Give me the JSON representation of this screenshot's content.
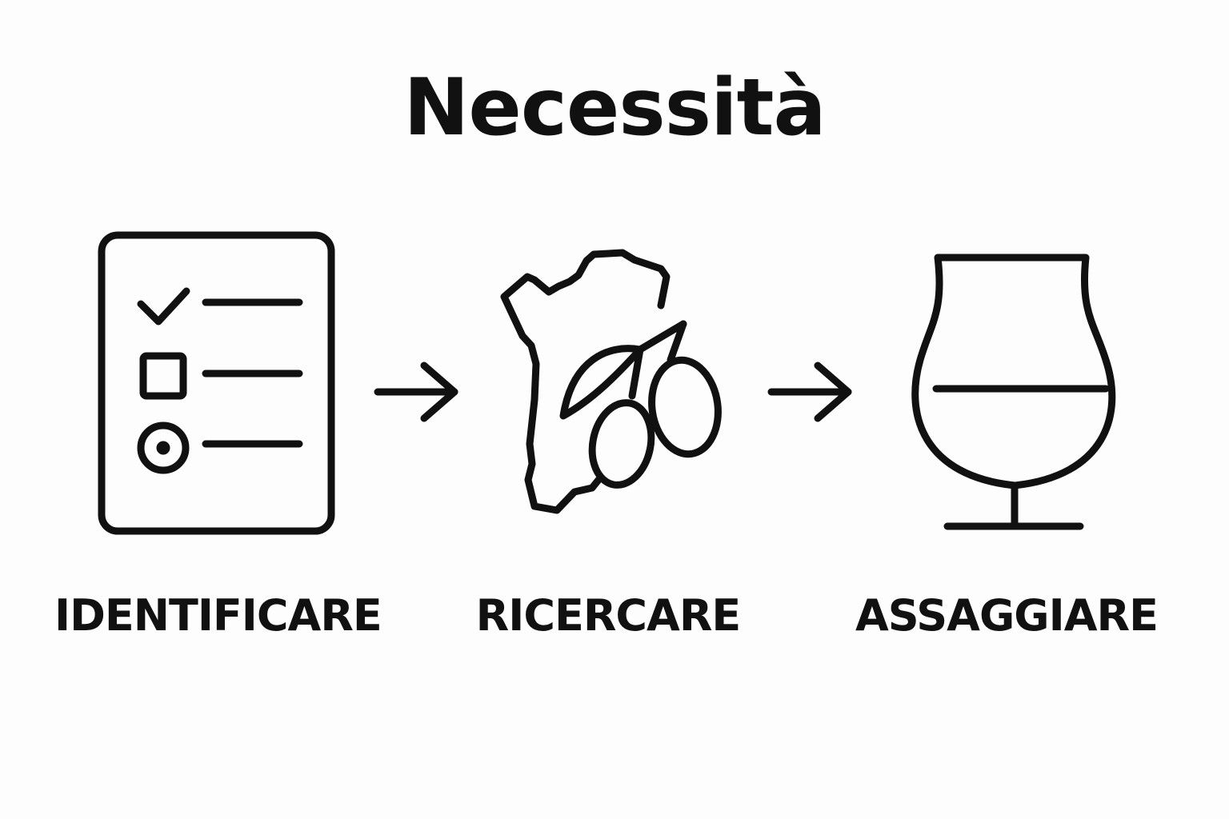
{
  "title": "Necessità",
  "steps": [
    {
      "label": "IDENTIFICARE",
      "icon": "checklist-icon"
    },
    {
      "label": "RICERCARE",
      "icon": "sardinia-olive-icon"
    },
    {
      "label": "ASSAGGIARE",
      "icon": "glass-icon"
    }
  ],
  "colors": {
    "stroke": "#111111",
    "background": "#fdfdfd"
  }
}
